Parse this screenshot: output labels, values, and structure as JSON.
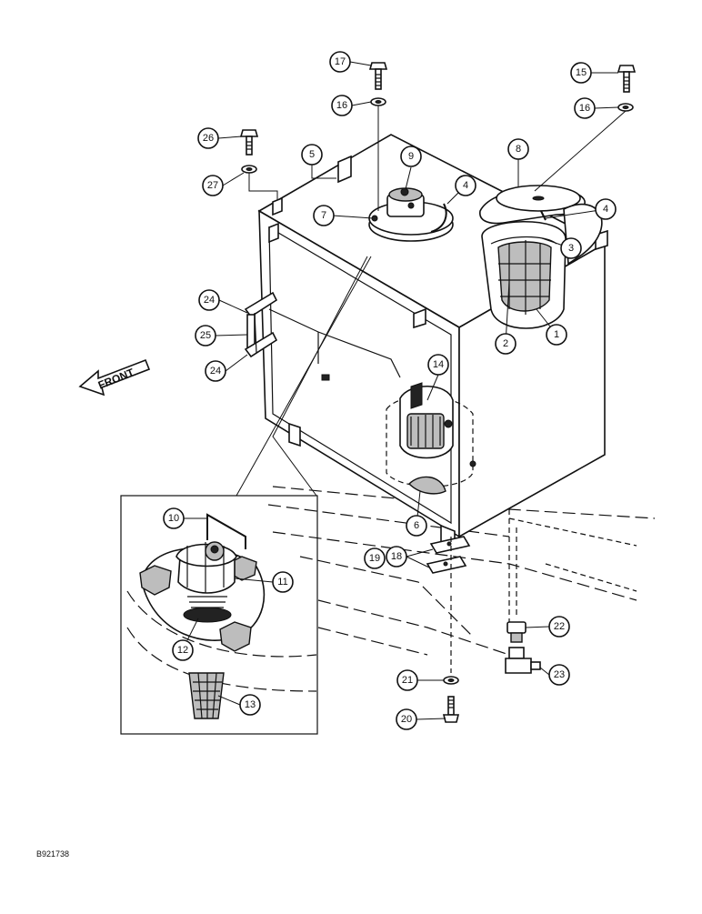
{
  "diagram": {
    "front_label": "FRONT",
    "figure_code": "B921738",
    "callouts": [
      "1",
      "2",
      "3",
      "4",
      "4",
      "5",
      "6",
      "7",
      "8",
      "9",
      "10",
      "11",
      "12",
      "13",
      "14",
      "15",
      "16",
      "16",
      "17",
      "18",
      "19",
      "20",
      "21",
      "22",
      "23",
      "24",
      "24",
      "25",
      "26",
      "27"
    ]
  }
}
